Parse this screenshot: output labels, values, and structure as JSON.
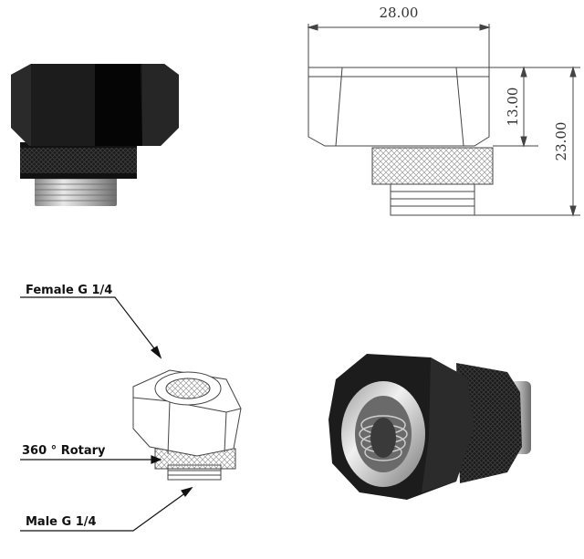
{
  "dimensions": {
    "width": "28.00",
    "body_height": "13.00",
    "total_height": "23.00"
  },
  "callouts": {
    "female": "Female G 1/4",
    "rotary": "360 ° Rotary",
    "male": "Male G 1/4"
  },
  "colors": {
    "body_black": "#1c1c1c",
    "body_black_side": "#262626",
    "chrome": "#c4c4c4",
    "line": "#444444"
  }
}
